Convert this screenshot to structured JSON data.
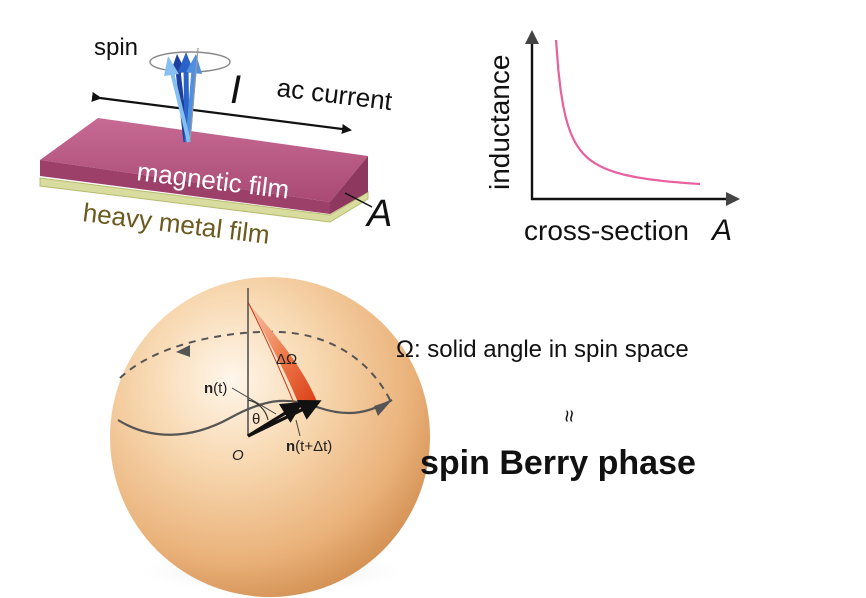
{
  "film_panel": {
    "spin_label": "spin",
    "current_symbol": "I",
    "current_label": "ac current",
    "magnetic_film_label": "magnetic film",
    "heavy_metal_label": "heavy metal film",
    "cross_section_symbol": "A",
    "colors": {
      "magnetic_film": "#b9567f",
      "heavy_metal": "#d8dc9e",
      "spin_arrows": [
        "#1d3f9e",
        "#2b62c8",
        "#4f8fe0",
        "#86c0f0"
      ]
    }
  },
  "chart_data": {
    "type": "line",
    "title": "",
    "xlabel": "cross-section",
    "xlabel_symbol": "A",
    "ylabel": "inductance",
    "ticks": "none",
    "series": [
      {
        "relation": "inverse",
        "color": "#e8609f"
      }
    ]
  },
  "sphere_panel": {
    "delta_omega_label": "ΔΩ",
    "n_t_label": "n",
    "n_t_arg": "(t)",
    "theta_label": "θ",
    "origin_label": "O",
    "n_t_dt_label": "n",
    "n_t_dt_arg": "(t+Δt)",
    "colors": {
      "sphere": "#f3c48d",
      "patch": "#e04a1c"
    }
  },
  "explanation": {
    "omega_text": "Ω: solid angle in spin space",
    "approx_symbol": "≈",
    "berry_text": "spin Berry phase"
  }
}
